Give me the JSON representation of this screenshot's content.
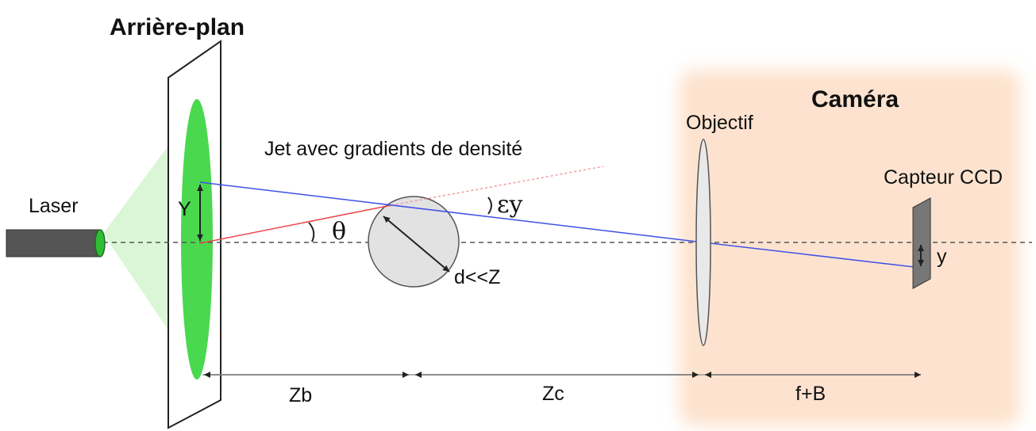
{
  "diagram": {
    "labels": {
      "background": "Arrière-plan",
      "camera": "Caméra",
      "objective": "Objectif",
      "jet": "Jet avec gradients de densité",
      "sensor": "Capteur CCD",
      "laser": "Laser",
      "y_upper": "Y",
      "y_lower": "y",
      "theta": "θ",
      "epsilon": "εy",
      "diameter": "d<<Z",
      "zb": "Zb",
      "zc": "Zc",
      "fb": "f+B"
    },
    "colors": {
      "camera_zone": "#fde3cf",
      "laser_spot": "#36d43c",
      "laser_cone": "#d3f4cf",
      "ray_blue": "#3f51e8",
      "ray_red": "#e9474b",
      "ray_red_dotted": "#f39aa0",
      "jet_fill": "#e2e2e2",
      "laser_body": "#555555",
      "sensor_fill": "#777777"
    }
  }
}
